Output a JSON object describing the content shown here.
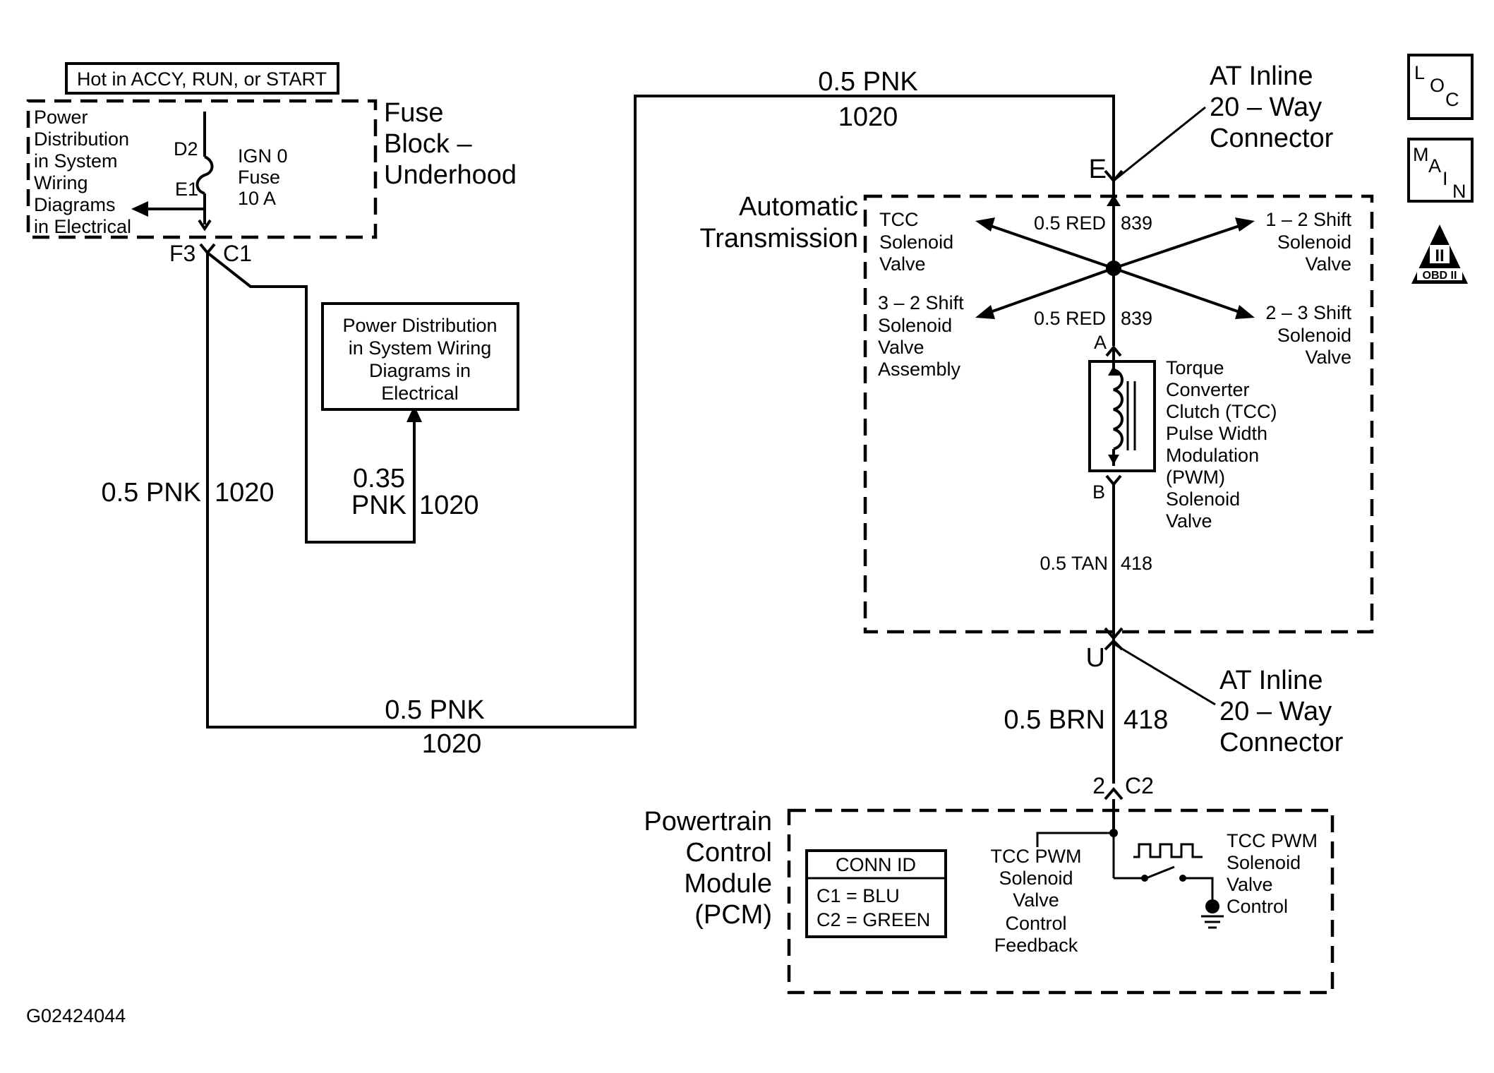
{
  "hot_label": "Hot in ACCY, RUN, or START",
  "power_dist_left": [
    "Power",
    "Distribution",
    "in System",
    "Wiring",
    "Diagrams",
    "in Electrical"
  ],
  "fuse": {
    "pin_top": "D2",
    "pin_bottom": "E1",
    "name": [
      "IGN 0",
      "Fuse",
      "10 A"
    ]
  },
  "fuse_block_label": [
    "Fuse",
    "Block –",
    "Underhood"
  ],
  "connector_f3": "F3",
  "connector_c1": "C1",
  "power_dist_box": [
    "Power Distribution",
    "in System Wiring",
    "Diagrams in",
    "Electrical"
  ],
  "wire_left": {
    "size": "0.5 PNK",
    "circuit": "1020"
  },
  "wire_splice": {
    "size_line1": "0.35",
    "size_line2": "PNK",
    "circuit": "1020"
  },
  "wire_bottom": {
    "size": "0.5 PNK",
    "circuit": "1020"
  },
  "wire_top": {
    "size": "0.5 PNK",
    "circuit": "1020"
  },
  "at_connector_top": {
    "label": [
      "AT Inline",
      "20 – Way",
      "Connector"
    ],
    "pin": "E"
  },
  "auto_trans_label": [
    "Automatic",
    "Transmission"
  ],
  "solenoids": {
    "tcc": [
      "TCC",
      "Solenoid",
      "Valve"
    ],
    "shift_32": [
      "3 – 2 Shift",
      "Solenoid",
      "Valve",
      "Assembly"
    ],
    "shift_12": [
      "1 – 2 Shift",
      "Solenoid",
      "Valve"
    ],
    "shift_23": [
      "2 – 3 Shift",
      "Solenoid",
      "Valve"
    ]
  },
  "wire_red_top": {
    "size": "0.5 RED",
    "circuit": "839"
  },
  "wire_red_bottom": {
    "size": "0.5 RED",
    "circuit": "839"
  },
  "pin_a": "A",
  "pin_b": "B",
  "pwm_solenoid_label": [
    "Torque",
    "Converter",
    "Clutch (TCC)",
    "Pulse Width",
    "Modulation",
    "(PWM)",
    "Solenoid",
    "Valve"
  ],
  "wire_tan": {
    "size": "0.5 TAN",
    "circuit": "418"
  },
  "at_connector_bottom": {
    "label": [
      "AT Inline",
      "20 – Way",
      "Connector"
    ],
    "pin": "U"
  },
  "wire_brn": {
    "size": "0.5 BRN",
    "circuit": "418"
  },
  "pcm_connector": {
    "pin": "2",
    "conn": "C2"
  },
  "pcm_label": [
    "Powertrain",
    "Control",
    "Module",
    "(PCM)"
  ],
  "conn_id": {
    "title": "CONN ID",
    "rows": [
      "C1 = BLU",
      "C2 = GREEN"
    ]
  },
  "pcm_feedback_label": [
    "TCC PWM",
    "Solenoid",
    "Valve",
    "Control",
    "Feedback"
  ],
  "pcm_control_label": [
    "TCC PWM",
    "Solenoid",
    "Valve",
    "Control"
  ],
  "icons": {
    "loc": {
      "letters": [
        "L",
        "O",
        "C"
      ]
    },
    "main": {
      "letters": [
        "M",
        "A",
        "I",
        "N"
      ]
    },
    "obd": {
      "numeral": "II",
      "text": "OBD II"
    }
  },
  "figure_id": "G02424044"
}
